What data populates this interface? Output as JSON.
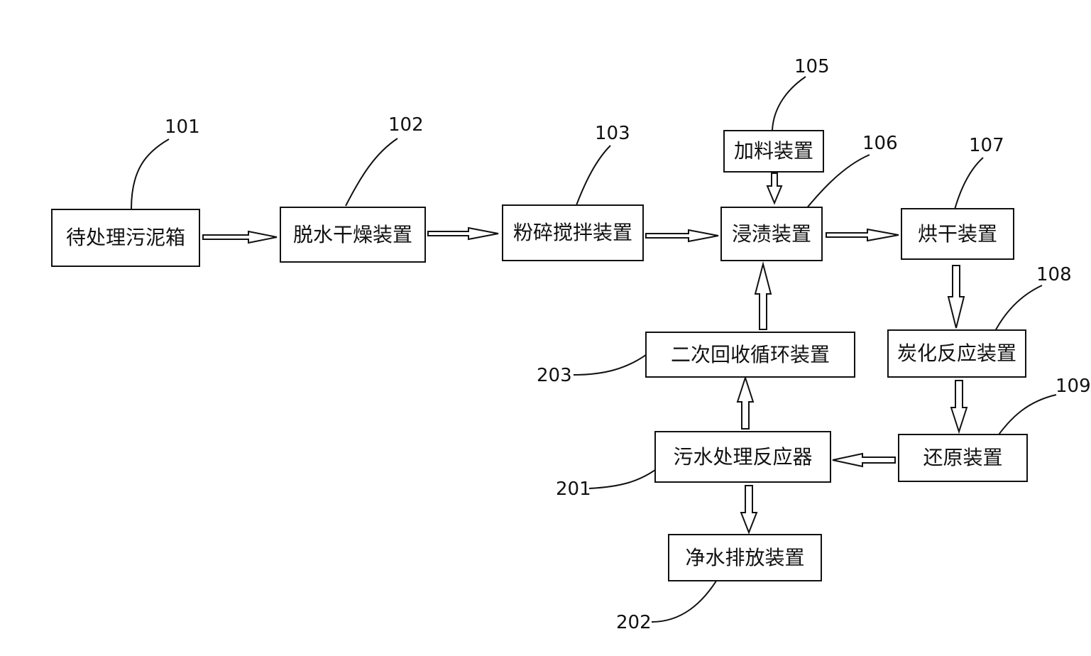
{
  "boxes": {
    "b101": "待处理污泥箱",
    "b102": "脱水干燥装置",
    "b103": "粉碎搅拌装置",
    "b105": "加料装置",
    "b106": "浸渍装置",
    "b107": "烘干装置",
    "b108": "炭化反应装置",
    "b109": "还原装置",
    "b201": "污水处理反应器",
    "b202": "净水排放装置",
    "b203": "二次回收循环装置"
  },
  "refs": {
    "r101": "101",
    "r102": "102",
    "r103": "103",
    "r105": "105",
    "r106": "106",
    "r107": "107",
    "r108": "108",
    "r109": "109",
    "r201": "201",
    "r202": "202",
    "r203": "203"
  }
}
